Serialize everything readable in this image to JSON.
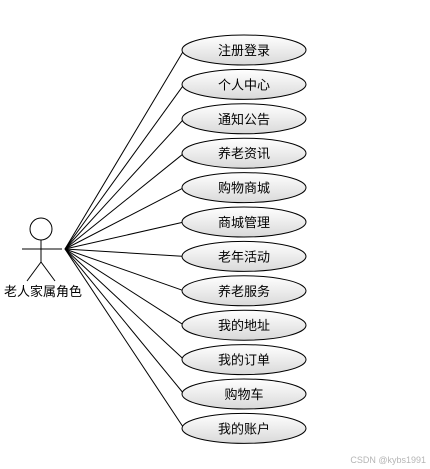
{
  "actor": {
    "label": "老人家属角色"
  },
  "use_cases": [
    "注册登录",
    "个人中心",
    "通知公告",
    "养老资讯",
    "购物商城",
    "商城管理",
    "老年活动",
    "养老服务",
    "我的地址",
    "我的订单",
    "购物车",
    "我的账户"
  ],
  "colors": {
    "line": "#000000",
    "ellipse_fill_top": "#ffffff",
    "ellipse_fill_bottom": "#d9d9d9",
    "ellipse_stroke": "#000000"
  },
  "watermark": "CSDN @kybs1991"
}
